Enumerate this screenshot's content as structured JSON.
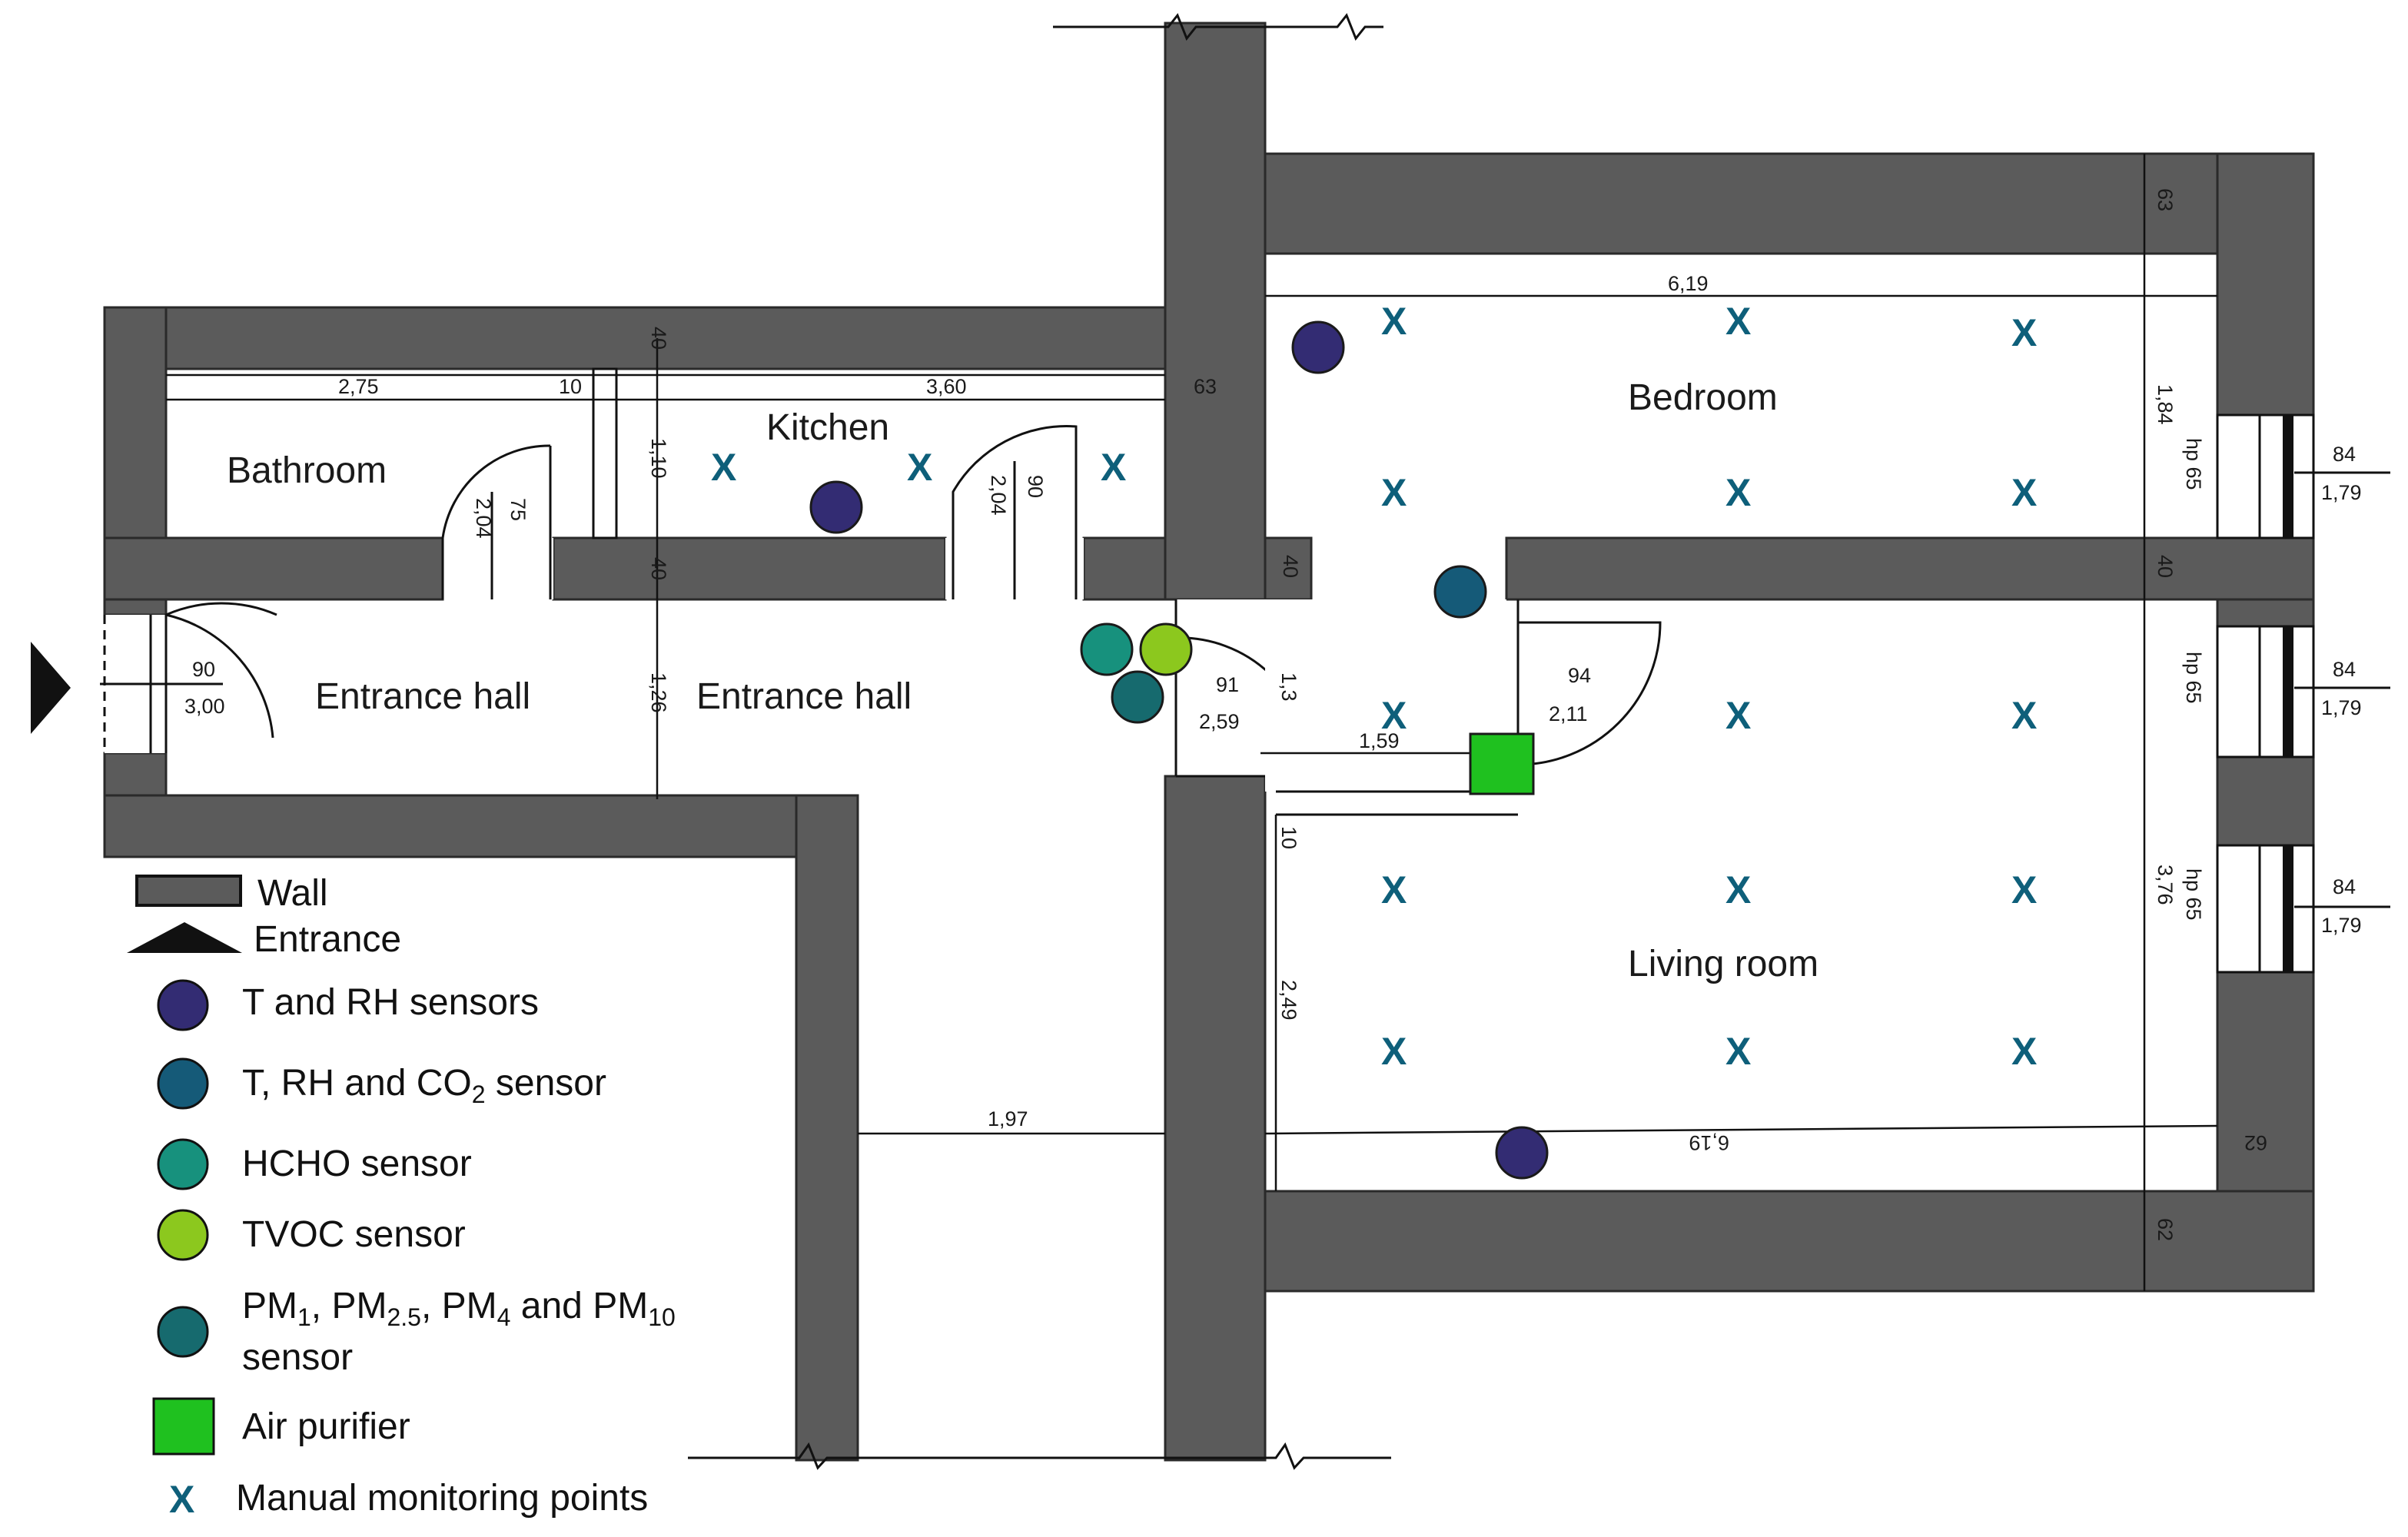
{
  "rooms": {
    "bathroom": "Bathroom",
    "kitchen": "Kitchen",
    "bedroom": "Bedroom",
    "entrance_hall_1": "Entrance hall",
    "entrance_hall_2": "Entrance hall",
    "living_room": "Living room"
  },
  "dimensions": {
    "d_2_75": "2,75",
    "d_10_top": "10",
    "d_3_60": "3,60",
    "d_63_mid": "63",
    "d_40_kitchen_top": "40",
    "d_1_10": "1,10",
    "d_75": "75",
    "d_2_04_a": "2,04",
    "d_90_kitchen": "90",
    "d_2_04_b": "2,04",
    "d_40_wall_a": "40",
    "d_40_wall_b": "40",
    "d_90_entry": "90",
    "d_3_00": "3,00",
    "d_1_26": "1,26",
    "d_91": "91",
    "d_2_59": "2,59",
    "d_1_3x": "1,3",
    "d_1_59": "1,59",
    "d_10_mid": "10",
    "d_94": "94",
    "d_2_11": "2,11",
    "d_6_19_top": "6,19",
    "d_63_right_top": "63",
    "d_1_84": "1,84",
    "d_40_right": "40",
    "d_3_76": "3,76",
    "d_2_49": "2,49",
    "d_1_97": "1,97",
    "d_6_19_bottom": "6,19",
    "d_62_right": "62",
    "d_62_bottom": "62",
    "win_hp_1": "hp 65",
    "win_hp_2": "hp 65",
    "win_hp_3": "hp 65",
    "win_84_1": "84",
    "win_179_1": "1,79",
    "win_84_2": "84",
    "win_179_2": "1,79",
    "win_84_3": "84",
    "win_179_3": "1,79"
  },
  "markers": {
    "manual_point_symbol": "X"
  },
  "colors": {
    "wall": "#5b5b5b",
    "t_rh_sensor": "#332c73",
    "t_rh_co2_sensor": "#155a78",
    "hcho_sensor": "#17917d",
    "tvoc_sensor": "#8cc81e",
    "pm_sensor": "#166a6e",
    "air_purifier": "#1fc11f",
    "manual_point": "#0e5f7a"
  },
  "legend": {
    "wall": "Wall",
    "entrance": "Entrance",
    "t_rh": "T and RH sensors",
    "t_rh_co2_prefix": "T, RH and CO",
    "t_rh_co2_sub": "2",
    "t_rh_co2_suffix": " sensor",
    "hcho": "HCHO sensor",
    "tvoc": "TVOC sensor",
    "pm_pm": "PM",
    "pm_sub_1": "1",
    "pm_sub_2_5": "2.5",
    "pm_sub_4": "4",
    "pm_sub_10": "10",
    "pm_sep_comma": ", ",
    "pm_sep_and": " and ",
    "pm_sensor_word": "sensor",
    "air_purifier": "Air purifier",
    "manual_points": "Manual monitoring points"
  }
}
